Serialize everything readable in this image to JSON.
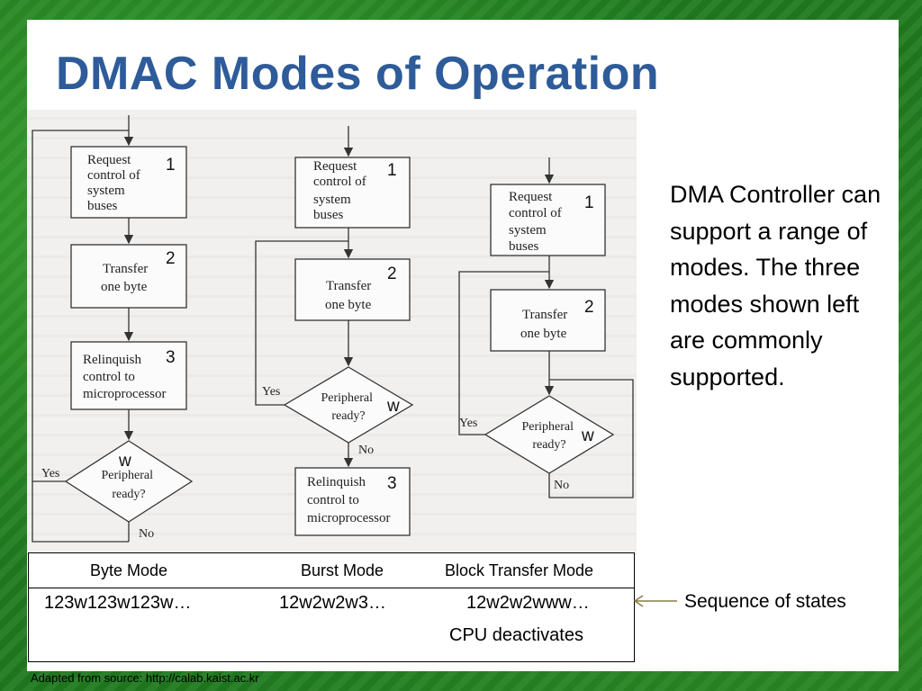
{
  "slide": {
    "title": "DMAC Modes of Operation",
    "description": "DMA Controller can support a range of modes. The three modes shown left are commonly supported.",
    "credit": "Adapted from source: http://calab.kaist.ac.kr"
  },
  "flowcharts": {
    "byte": {
      "box_request": [
        "Request",
        "control of",
        "system",
        "buses"
      ],
      "box_transfer": [
        "Transfer",
        "one byte"
      ],
      "box_relinquish": [
        "Relinquish",
        "control to",
        "microprocessor"
      ],
      "diamond": [
        "Peripheral",
        "ready?"
      ],
      "yes": "Yes",
      "no": "No",
      "step_1": "1",
      "step_2": "2",
      "step_3": "3",
      "wait": "w"
    },
    "burst": {
      "box_request": [
        "Request",
        "control of",
        "system",
        "buses"
      ],
      "box_transfer": [
        "Transfer",
        "one byte"
      ],
      "box_relinquish": [
        "Relinquish",
        "control to",
        "microprocessor"
      ],
      "diamond": [
        "Peripheral",
        "ready?"
      ],
      "yes": "Yes",
      "no": "No",
      "step_1": "1",
      "step_2": "2",
      "step_3": "3",
      "wait": "w"
    },
    "block": {
      "box_request": [
        "Request",
        "control of",
        "system",
        "buses"
      ],
      "box_transfer": [
        "Transfer",
        "one byte"
      ],
      "diamond": [
        "Peripheral",
        "ready?"
      ],
      "yes": "Yes",
      "no": "No",
      "step_1": "1",
      "step_2": "2",
      "wait": "w"
    }
  },
  "table": {
    "headers": [
      "Byte Mode",
      "Burst Mode",
      "Block Transfer Mode"
    ],
    "sequences": [
      "123w123w123w…",
      "12w2w2w3…",
      "12w2w2www…"
    ],
    "note": "CPU deactivates"
  },
  "annotation": {
    "sequence_label": "Sequence of states"
  },
  "colors": {
    "title": "#2e5b99",
    "background": "#1f7a1f"
  }
}
